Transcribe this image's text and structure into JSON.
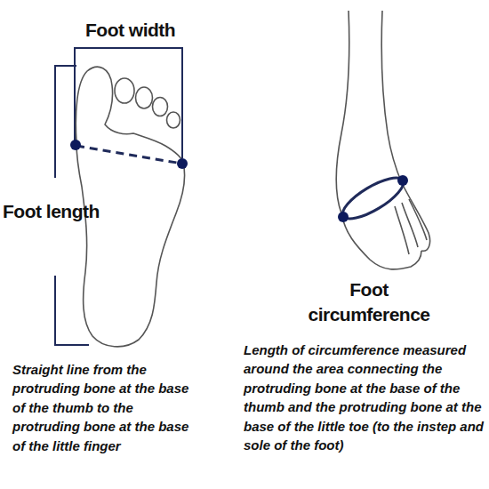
{
  "diagram": {
    "labels": [
      "Foot width",
      "Foot length",
      "Foot circumference",
      "Straight line from the protruding bone at the base of the thumb to the protruding bone at the base of the little finger",
      "Length of circumference measured around the area connecting the protruding bone at the base of the thumb and the protruding bone at the base of the little toe (to the instep and sole of the foot)"
    ]
  }
}
